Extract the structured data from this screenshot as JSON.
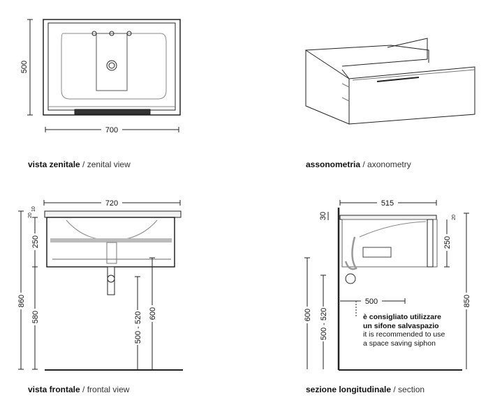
{
  "views": {
    "zenital": {
      "title": "vista zenitale",
      "subtitle": "zenital view",
      "dims": {
        "depth": "500",
        "width": "700"
      }
    },
    "axonometry": {
      "title": "assonometria",
      "subtitle": "axonometry"
    },
    "frontal": {
      "title": "vista frontale",
      "subtitle": "frontal view",
      "dims": {
        "width": "720",
        "top_a": "20",
        "top_b": "10",
        "height": "250",
        "total": "860",
        "floor": "580",
        "drain": "500 - 520",
        "supply": "600"
      }
    },
    "section": {
      "title": "sezione longitudinale",
      "subtitle": "section",
      "dims": {
        "depth": "515",
        "top": "30",
        "top_right": "20",
        "height": "250",
        "total": "850",
        "supply": "600",
        "drain": "500 - 520",
        "wall": "500"
      }
    }
  },
  "separator": " / ",
  "note": {
    "line1": "è consigliato utilizzare",
    "line2": "un sifone salvaspazio",
    "line3": "it is recommended to use",
    "line4": "a space saving siphon"
  }
}
